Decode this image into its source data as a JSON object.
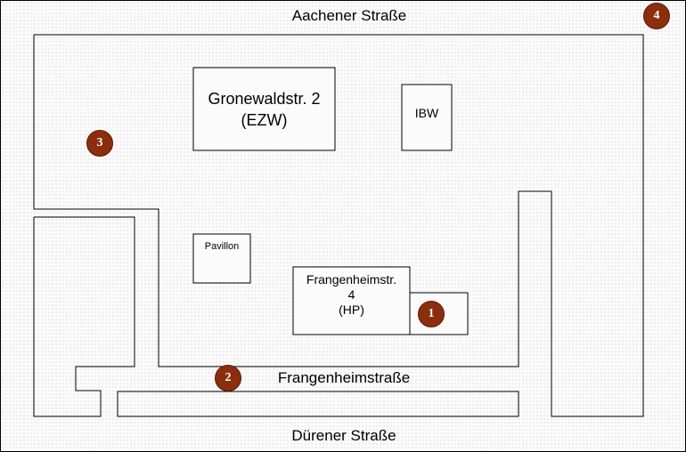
{
  "streets": {
    "north": "Aachener Straße",
    "south": "Dürener Straße",
    "inner": "Frangenheimstraße"
  },
  "buildings": {
    "ezw": {
      "line1": "Gronewaldstr. 2",
      "line2": "(EZW)"
    },
    "ibw": {
      "label": "IBW"
    },
    "pavillon": {
      "label": "Pavillon"
    },
    "hp": {
      "line1": "Frangenheimstr.",
      "line2": "4",
      "line3": "(HP)"
    }
  },
  "markers": [
    {
      "number": "1"
    },
    {
      "number": "2"
    },
    {
      "number": "3"
    },
    {
      "number": "4"
    }
  ],
  "colors": {
    "marker": "#8b2e0e",
    "lines": "#000000"
  }
}
